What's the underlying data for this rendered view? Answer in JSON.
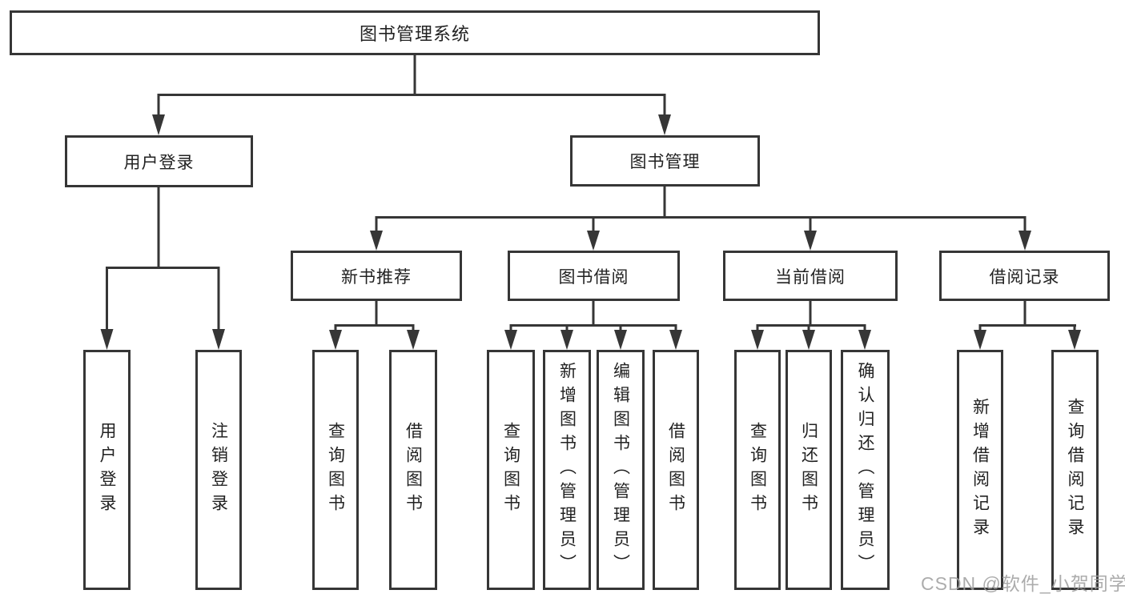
{
  "diagram": {
    "root": {
      "label": "图书管理系统"
    },
    "level2": {
      "user_login": {
        "label": "用户登录"
      },
      "book_mgmt": {
        "label": "图书管理"
      }
    },
    "level3": {
      "new_book": {
        "label": "新书推荐"
      },
      "book_borrow": {
        "label": "图书借阅"
      },
      "current_borrow": {
        "label": "当前借阅"
      },
      "borrow_records": {
        "label": "借阅记录"
      }
    },
    "leaves": {
      "user_login": [
        "用户登录",
        "注销登录"
      ],
      "new_book": [
        "查询图书",
        "借阅图书"
      ],
      "book_borrow": [
        "查询图书",
        "新增图书（管理员）",
        "编辑图书（管理员）",
        "借阅图书"
      ],
      "current_borrow": [
        "查询图书",
        "归还图书",
        "确认归还（管理员）"
      ],
      "borrow_records": [
        "新增借阅记录",
        "查询借阅记录"
      ]
    }
  },
  "watermark": "CSDN @软件_小贺同学",
  "colors": {
    "line": "#363636",
    "text": "#222222",
    "watermark": "#9e9e9e",
    "background": "#ffffff"
  }
}
